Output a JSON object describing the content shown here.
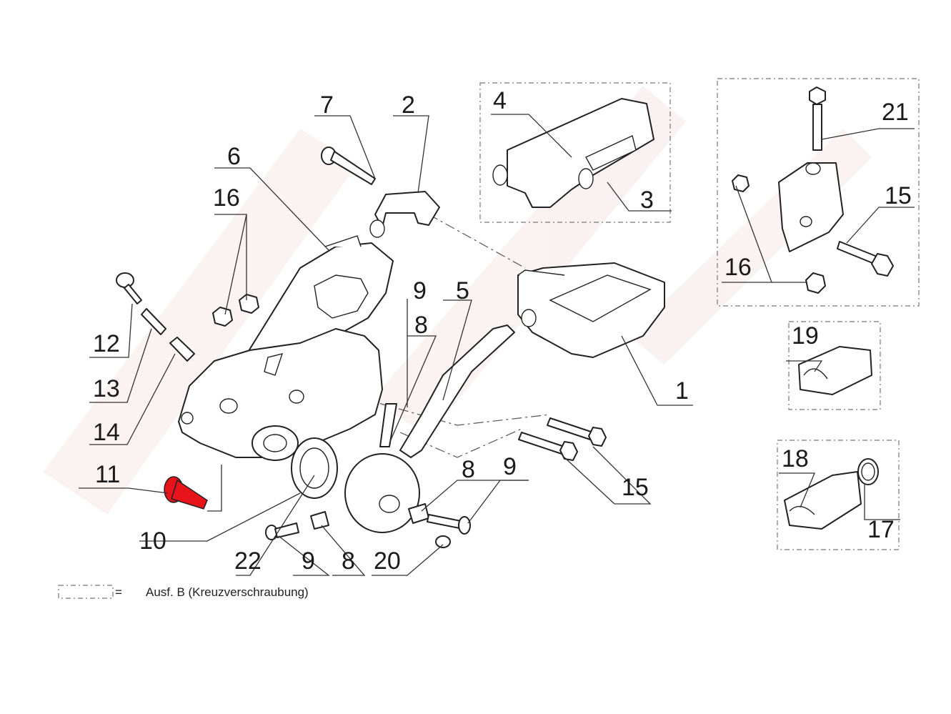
{
  "diagram": {
    "part_labels": [
      "1",
      "2",
      "3",
      "4",
      "5",
      "6",
      "7",
      "8",
      "8",
      "8",
      "9",
      "9",
      "9",
      "10",
      "11",
      "12",
      "13",
      "14",
      "15",
      "15",
      "16",
      "16",
      "17",
      "18",
      "19",
      "20",
      "21",
      "22"
    ],
    "highlight_part": "11",
    "highlight_color": "#e8141c",
    "legend": {
      "text": "Ausf. B  (Kreuzverschraubung)",
      "equals": "="
    }
  }
}
